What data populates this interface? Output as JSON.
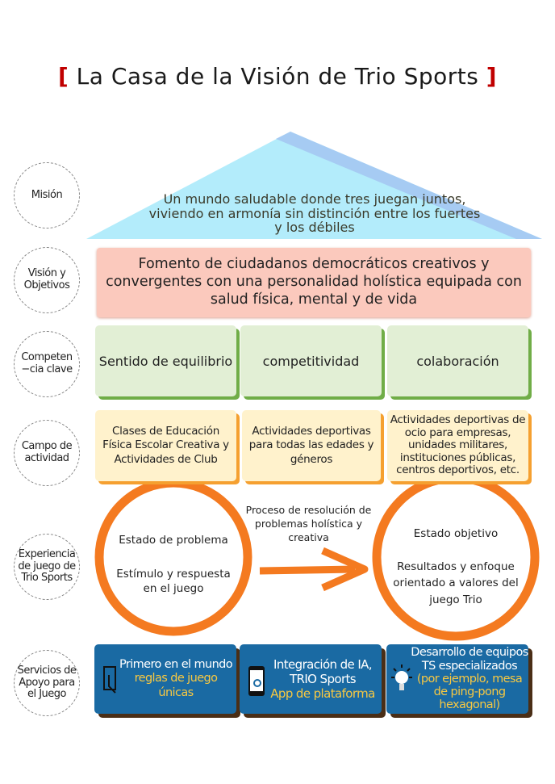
{
  "title": {
    "open": "[",
    "text": "La Casa de la Visión de Trio Sports",
    "close": "]"
  },
  "rows": {
    "mission": {
      "label": "Misión",
      "text": "Un mundo saludable donde tres juegan juntos, viviendo en armonía sin distinción entre los fuertes y los débiles"
    },
    "vision": {
      "label": "Visión y Objetivos",
      "text": "Fomento de ciudadanos democráticos creativos y convergentes con una personalidad holística equipada con salud física, mental y de vida"
    },
    "competencies": {
      "label": "Competen −cia clave",
      "items": [
        "Sentido de equilibrio",
        "competitividad",
        "colaboración"
      ]
    },
    "fields": {
      "label": "Campo de actividad",
      "items": [
        "Clases de Educación Física Escolar Creativa y Actividades de Club",
        "Actividades deportivas para todas las edades y géneros",
        "Actividades deportivas de ocio para empresas, unidades militares, instituciones públicas, centros deportivos, etc."
      ]
    },
    "experience": {
      "label": "Experiencia de juego de Trio Sports",
      "left_title": "Estado de problema",
      "left_sub": "Estímulo y respuesta en el juego",
      "process": "Proceso de resolución de problemas holística y creativa",
      "right_title": "Estado objetivo",
      "right_sub": "Resultados y enfoque orientado a valores del juego Trio"
    },
    "services": {
      "label": "Servicios de Apoyo para el Juego",
      "items": [
        {
          "icon": "touch-card-icon",
          "line1": "Primero en el mundo",
          "line2": "reglas de juego únicas"
        },
        {
          "icon": "smartphone-touch-icon",
          "line1": "Integración de IA, TRIO Sports",
          "line2": "App de plataforma"
        },
        {
          "icon": "lightbulb-icon",
          "line1": "Desarrollo de equipos TS especializados",
          "line2": "(por ejemplo, mesa de ping-pong hexagonal)"
        }
      ]
    }
  },
  "colors": {
    "roof": "#b3ecfb",
    "roof_band": "#a6cbf3",
    "vision": "#fbc9bd",
    "green": "#e2efd5",
    "yellow": "#fff2cc",
    "orange": "#f47a20",
    "blue": "#1a6aa3",
    "highlight": "#f7c842"
  }
}
